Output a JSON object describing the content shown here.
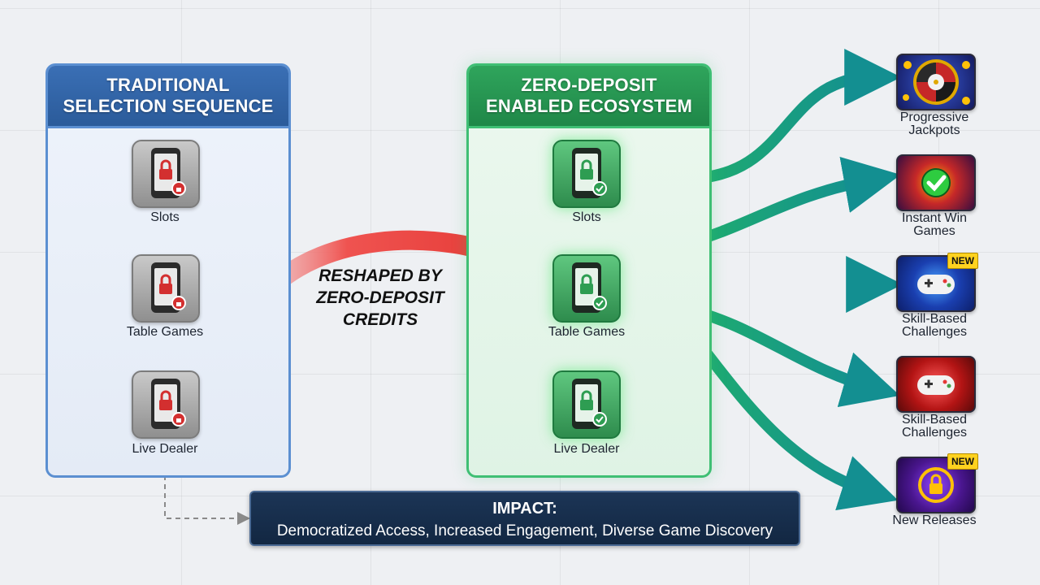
{
  "traditional": {
    "title": "TRADITIONAL\nSELECTION SEQUENCE",
    "items": [
      {
        "label": "Slots"
      },
      {
        "label": "Table Games"
      },
      {
        "label": "Live Dealer"
      }
    ]
  },
  "zero_deposit": {
    "title": "ZERO-DEPOSIT\nENABLED ECOSYSTEM",
    "items": [
      {
        "label": "Slots"
      },
      {
        "label": "Table Games"
      },
      {
        "label": "Live Dealer"
      }
    ]
  },
  "transition": {
    "label": "RESHAPED BY\nZERO-DEPOSIT\nCREDITS"
  },
  "impact": {
    "title": "IMPACT:",
    "text": "Democratized Access, Increased Engagement, Diverse Game Discovery"
  },
  "games": [
    {
      "label": "Progressive\nJackpots",
      "icon": "roulette-wheel-icon"
    },
    {
      "label": "Instant Win\nGames",
      "icon": "checkmark-burst-icon"
    },
    {
      "label": "Skill-Based\nChallenges",
      "icon": "gamepad-icon",
      "badge": "NEW"
    },
    {
      "label": "Skill-Based\nChallenges",
      "icon": "gamepad-icon"
    },
    {
      "label": "New Releases",
      "icon": "padlock-icon",
      "badge": "NEW"
    }
  ],
  "colors": {
    "traditional_accent": "#2b5b9a",
    "zero_deposit_accent": "#1f8748",
    "transition_arrow": "#e53935",
    "flow_arrows": "#159a8c",
    "impact_bg": "#122742",
    "badge": "#ffd21f"
  }
}
